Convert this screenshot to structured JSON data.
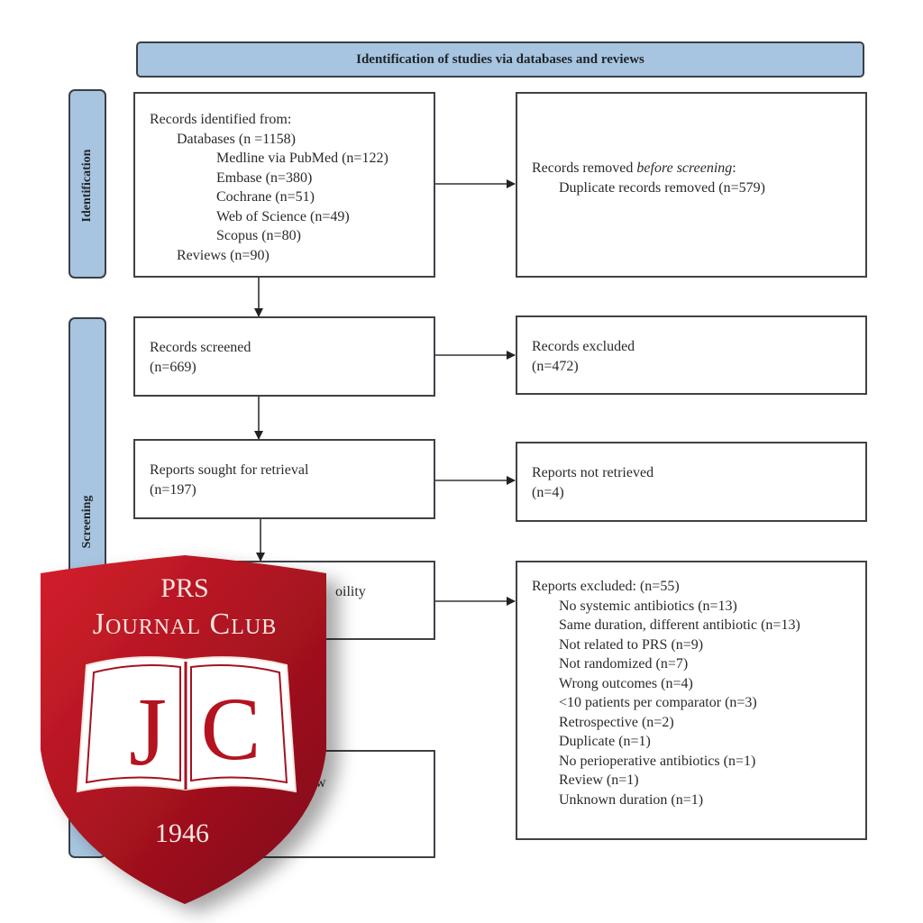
{
  "header": {
    "title": "Identification of studies via databases and reviews"
  },
  "phases": {
    "identification": "Identification",
    "screening": "Screening"
  },
  "boxes": {
    "records_identified": {
      "heading": "Records identified from:",
      "databases": "Databases (n =1158)",
      "sources": [
        "Medline via PubMed (n=122)",
        "Embase (n=380)",
        "Cochrane (n=51)",
        "Web of Science (n=49)",
        "Scopus (n=80)"
      ],
      "reviews": "Reviews (n=90)"
    },
    "records_removed": {
      "heading_plain": "Records removed ",
      "heading_italic": "before screening",
      "heading_colon": ":",
      "duplicates": "Duplicate records removed (n=579)"
    },
    "records_screened": {
      "label": "Records screened",
      "count": "(n=669)"
    },
    "records_excluded": {
      "label": "Records excluded",
      "count": "(n=472)"
    },
    "reports_sought": {
      "label": "Reports sought for retrieval",
      "count": "(n=197)"
    },
    "reports_not_retrieved": {
      "label": "Reports not retrieved",
      "count": "(n=4)"
    },
    "reports_assessed": {
      "partial_label": "oility"
    },
    "studies_included": {
      "partial_label": "w"
    },
    "reports_excluded": {
      "heading": "Reports excluded: (n=55)",
      "reasons": [
        "No systemic antibiotics (n=13)",
        "Same duration, different antibiotic (n=13)",
        "Not related to PRS (n=9)",
        "Not randomized (n=7)",
        "Wrong outcomes (n=4)",
        "<10 patients per comparator (n=3)",
        "Retrospective (n=2)",
        "Duplicate (n=1)",
        "No perioperative antibiotics (n=1)",
        "Review (n=1)",
        "Unknown duration (n=1)"
      ]
    }
  },
  "badge": {
    "line1": "PRS",
    "line2": "Journal Club",
    "monogram_left": "J",
    "monogram_right": "C",
    "year": "1946",
    "colors": {
      "primary": "#c41e2a",
      "dark": "#8a0f1e",
      "text": "#f6e6df"
    }
  },
  "colors": {
    "phase_fill": "#a7c5e0",
    "border": "#3e4247"
  }
}
